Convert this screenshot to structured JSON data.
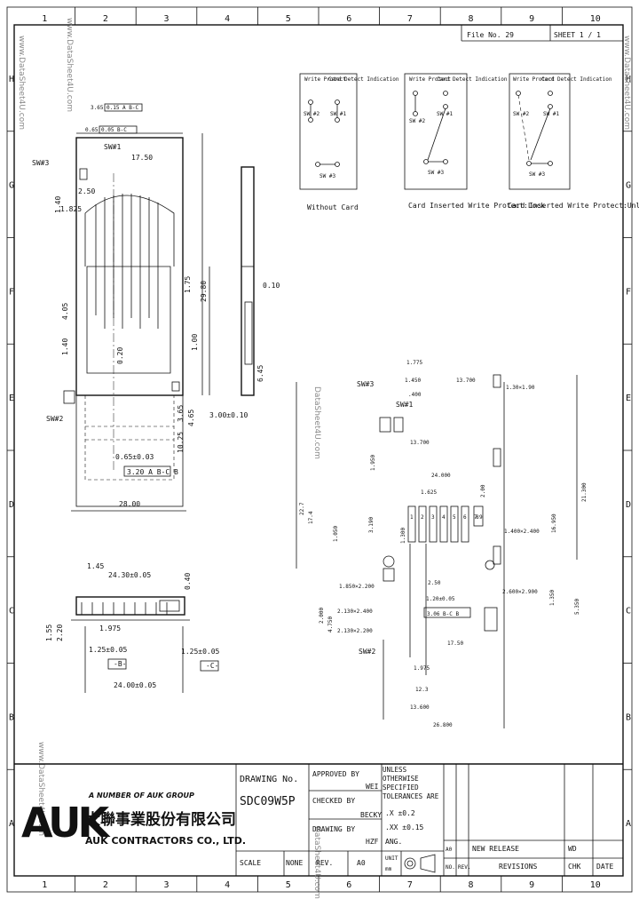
{
  "border": {
    "columns": [
      "1",
      "2",
      "3",
      "4",
      "5",
      "6",
      "7",
      "8",
      "9",
      "10"
    ],
    "rows": [
      "H",
      "G",
      "F",
      "E",
      "D",
      "C",
      "B",
      "A"
    ]
  },
  "header": {
    "file_no": "File No. 29",
    "sheet": "SHEET  1  /  1"
  },
  "watermarks": {
    "main": "www.DataSheet4U.com",
    "short": "DataSheet4U.com"
  },
  "switch_states": [
    {
      "sw2_label": "Write Protect",
      "sw1_label": "Card Detect Indication",
      "sw2": "SW #2",
      "sw1": "SW #1",
      "sw3": "SW #3",
      "caption": "Without Card"
    },
    {
      "sw2_label": "Write Protect",
      "sw1_label": "Card Detect Indication",
      "sw2": "SW #2",
      "sw1": "SW #1",
      "sw3": "SW #3",
      "caption": "Card Inserted Write Protect:Lock"
    },
    {
      "sw2_label": "Write Protect",
      "sw1_label": "Card Detect Indication",
      "sw2": "SW #2",
      "sw1": "SW #1",
      "sw3": "SW #3",
      "caption": "Card Inserted Write Protect:Unlock"
    }
  ],
  "top_view": {
    "dims": {
      "d365": "3.65",
      "tol_365": "0.15 A B-C",
      "d065": "0.65",
      "tol_065": "0.05 B-C",
      "d1750": "17.50",
      "d140a": "1.40",
      "d250": "2.50",
      "d1825": "1.825",
      "d405": "4.05",
      "d140b": "1.40",
      "d020": "0.20",
      "d175": "1.75",
      "d2980": "29.80",
      "d100": "1.00",
      "d365b": "3.65",
      "d465": "4.65",
      "d1025": "10.25",
      "d300": "3.00±0.10",
      "d065b": "0.65±0.03",
      "tol_320": "3.20 A B-C B",
      "d2800": "28.00"
    },
    "labels": {
      "sw3": "SW#3",
      "sw1": "SW#1",
      "sw2": "SW#2"
    }
  },
  "side_view": {
    "d010": "0.10",
    "d645": "6.45"
  },
  "front_view": {
    "dims": {
      "d145": "1.45",
      "d2430": "24.30±0.05",
      "d040": "0.40",
      "d155": "1.55",
      "d220": "2.20",
      "d1975": "1.975",
      "d125a": "1.25±0.05",
      "d125b": "1.25±0.05",
      "datum_b": "-B-",
      "datum_c": "-C-",
      "d2400": "24.00±0.05"
    }
  },
  "footprint": {
    "dims": {
      "d1775": "1.775",
      "d1450": "1.450",
      "d400": ".400",
      "d13700a": "13.700",
      "pad_130": "1.30×1.90",
      "d13700b": "13.700",
      "d1950": "1.950",
      "d2400": "24.000",
      "d200": "2.00",
      "d21300": "21.300",
      "d227": "22.7",
      "d174": "17.4",
      "d1625": "1.625",
      "d3190": "3.190",
      "d1050": "1.050",
      "d1300": "1.300",
      "pad_1400": "1.400×2.400",
      "d16950": "16.950",
      "pad_1850": "1.850×2.200",
      "d250": "2.50",
      "d120": "1.20±0.05",
      "pad_2600": "2.600×2.900",
      "d1350": "1.350",
      "d5350": "5.350",
      "d2000": "2.000",
      "d4750": "4.750",
      "pad_2130a": "2.130×2.400",
      "tol_306": "3.06 B-C B",
      "pad_2130b": "2.130×2.200",
      "d1750": "17.50",
      "d1975": "1.975",
      "d123": "12.3",
      "d13600": "13.600",
      "d26800": "26.800"
    },
    "labels": {
      "sw3": "SW#3",
      "sw1": "SW#1",
      "sw2": "SW#2"
    },
    "pins": [
      "1",
      "2",
      "3",
      "4",
      "5",
      "6",
      "7",
      "8",
      "9"
    ]
  },
  "title_block": {
    "company_tag": "A NUMBER OF AUK GROUP",
    "company_chinese": "太聯事業股份有限公司",
    "company_name": "AUK CONTRACTORS CO., LTD.",
    "logo": "AUK",
    "drawing_no_label": "DRAWING No.",
    "drawing_no": "SDC09W5P",
    "approved_label": "APPROVED BY",
    "approved_by": "WEI",
    "checked_label": "CHECKED BY",
    "checked_by": "BECKY",
    "drawn_label": "DRAWING BY",
    "drawn_by": "HZF",
    "tolerance_title": "UNLESS OTHERWISE SPECIFIED TOLERANCES ARE",
    "tol_x": ".X    ±0.2",
    "tol_xx": ".XX   ±0.15",
    "tol_ang": "ANG.",
    "scale_label": "SCALE",
    "scale": "NONE",
    "rev_label": "REV.",
    "rev": "A0",
    "unit_label": "UNIT",
    "unit": "mm",
    "revisions": [
      {
        "no": "A0",
        "desc": "NEW RELEASE",
        "chk": "WD"
      }
    ],
    "rev_no_label": "NO.",
    "rev_rev_label": "REV.",
    "revisions_label": "REVISIONS",
    "chk_label": "CHK",
    "date_label": "DATE"
  }
}
